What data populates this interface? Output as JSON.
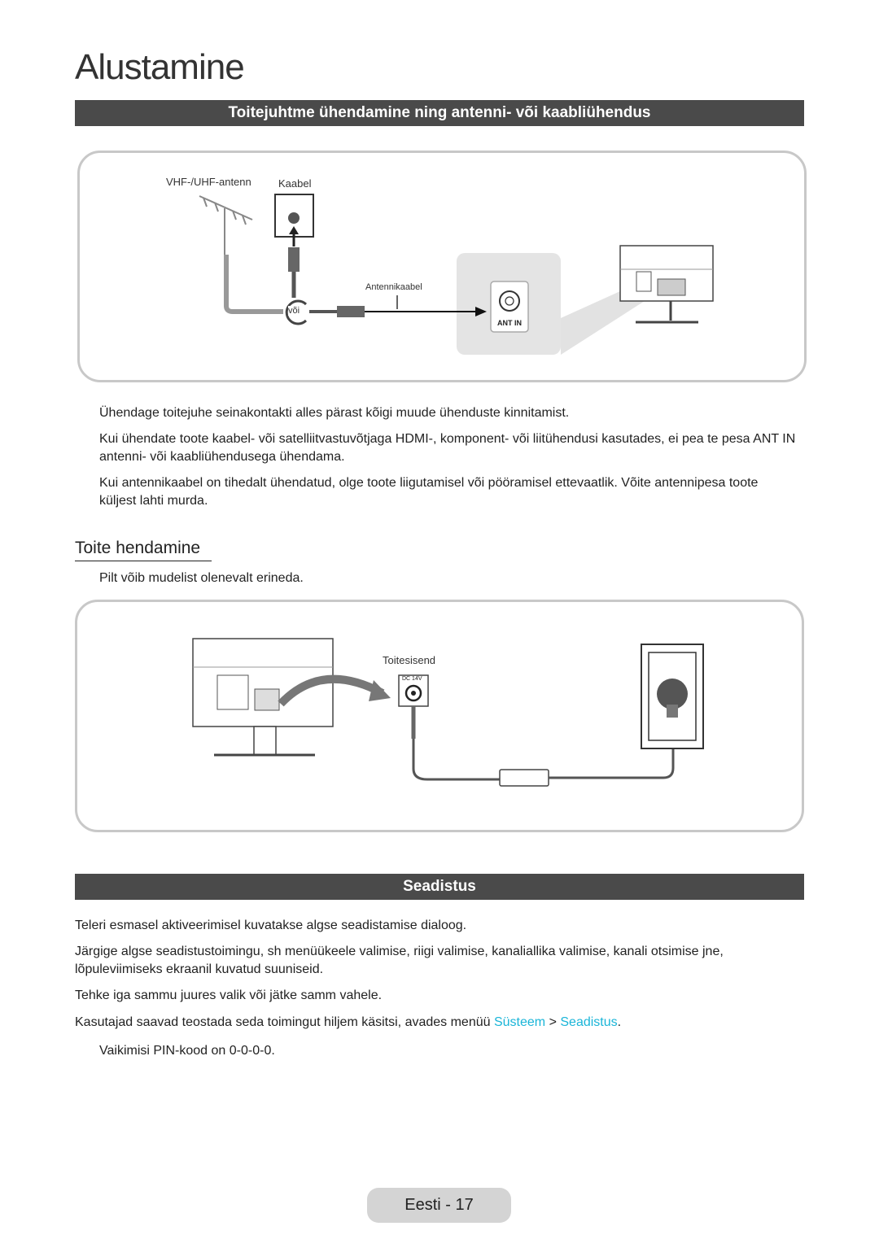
{
  "page": {
    "title": "Alustamine"
  },
  "section1": {
    "heading": "Toitejuhtme ühendamine ning antenni- või kaabliühendus",
    "diagram": {
      "antenna_label": "VHF-/UHF-antenn",
      "cable_label": "Kaabel",
      "antennacable_label": "Antennikaabel",
      "or_label": "või",
      "port_label": "ANT IN"
    },
    "notes": [
      "Ühendage toitejuhe seinakontakti alles pärast kõigi muude ühenduste kinnitamist.",
      "Kui ühendate toote kaabel- või satelliitvastuvõtjaga HDMI-, komponent- või liitühendusi kasutades, ei pea te pesa ANT IN antenni- või kaabliühendusega ühendama.",
      "Kui antennikaabel on tihedalt ühendatud, olge toote liigutamisel või pööramisel ettevaatlik. Võite antennipesa toote küljest lahti murda."
    ]
  },
  "section2": {
    "heading": "Toite hendamine",
    "note": "Pilt võib mudelist olenevalt erineda.",
    "diagram": {
      "power_input_label": "Toitesisend",
      "dc_label": "DC 14V"
    }
  },
  "section3": {
    "heading": "Seadistus",
    "p1": "Teleri esmasel aktiveerimisel kuvatakse algse seadistamise dialoog.",
    "p2": "Järgige algse seadistustoimingu, sh menüükeele valimise, riigi valimise, kanaliallika valimise, kanali otsimise jne, lõpuleviimiseks ekraanil kuvatud suuniseid.",
    "p3": "Tehke iga sammu juures valik või jätke samm vahele.",
    "p4_prefix": "Kasutajad saavad teostada seda toimingut hiljem käsitsi, avades menüü",
    "p4_link1": "Süsteem",
    "p4_sep": ">",
    "p4_link2": "Seadistus",
    "p4_suffix": ".",
    "pin_note": "Vaikimisi PIN-kood on 0-0-0-0."
  },
  "footer": {
    "page_label": "Eesti - 17"
  },
  "colors": {
    "section_bar": "#4a4a4a",
    "link": "#1ab5d8",
    "footer_pill": "#d4d4d4"
  }
}
